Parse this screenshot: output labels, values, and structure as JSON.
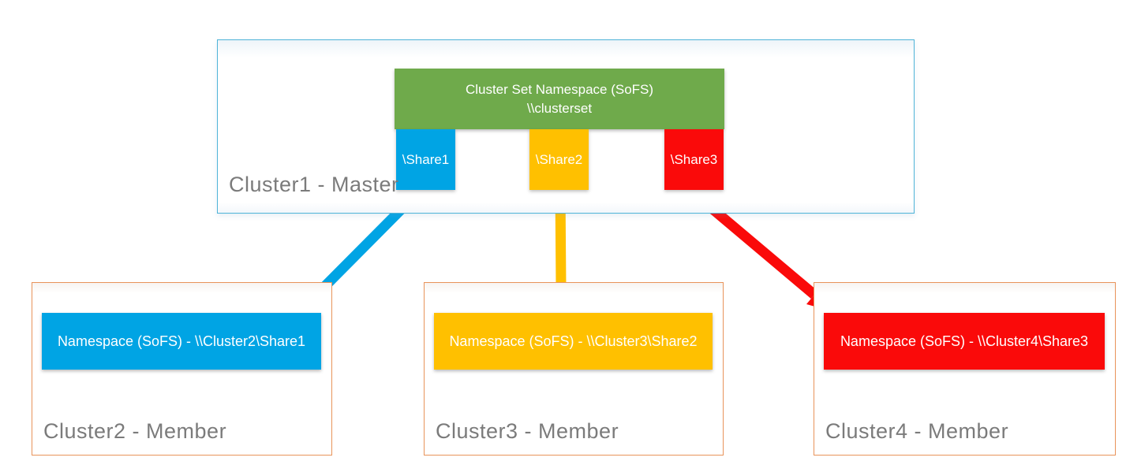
{
  "colors": {
    "green": "#6FAA4B",
    "blue": "#00A4E4",
    "yellow": "#FFC000",
    "red": "#FA0A0A",
    "master-border": "#4FB4D8",
    "member-border": "#E8935A",
    "label-gray": "#7B7B7B"
  },
  "master": {
    "label": "Cluster1 - Master",
    "namespace": {
      "title": "Cluster Set Namespace (SoFS)",
      "path": "\\\\clusterset"
    },
    "shares": [
      {
        "label": "\\Share1",
        "color_key": "blue"
      },
      {
        "label": "\\Share2",
        "color_key": "yellow"
      },
      {
        "label": "\\Share3",
        "color_key": "red"
      }
    ]
  },
  "members": [
    {
      "label": "Cluster2 - Member",
      "namespace": "Namespace (SoFS) - \\\\Cluster2\\Share1",
      "color_key": "blue"
    },
    {
      "label": "Cluster3 - Member",
      "namespace": "Namespace (SoFS) - \\\\Cluster3\\Share2",
      "color_key": "yellow"
    },
    {
      "label": "Cluster4 - Member",
      "namespace": "Namespace (SoFS) - \\\\Cluster4\\Share3",
      "color_key": "red"
    }
  ]
}
